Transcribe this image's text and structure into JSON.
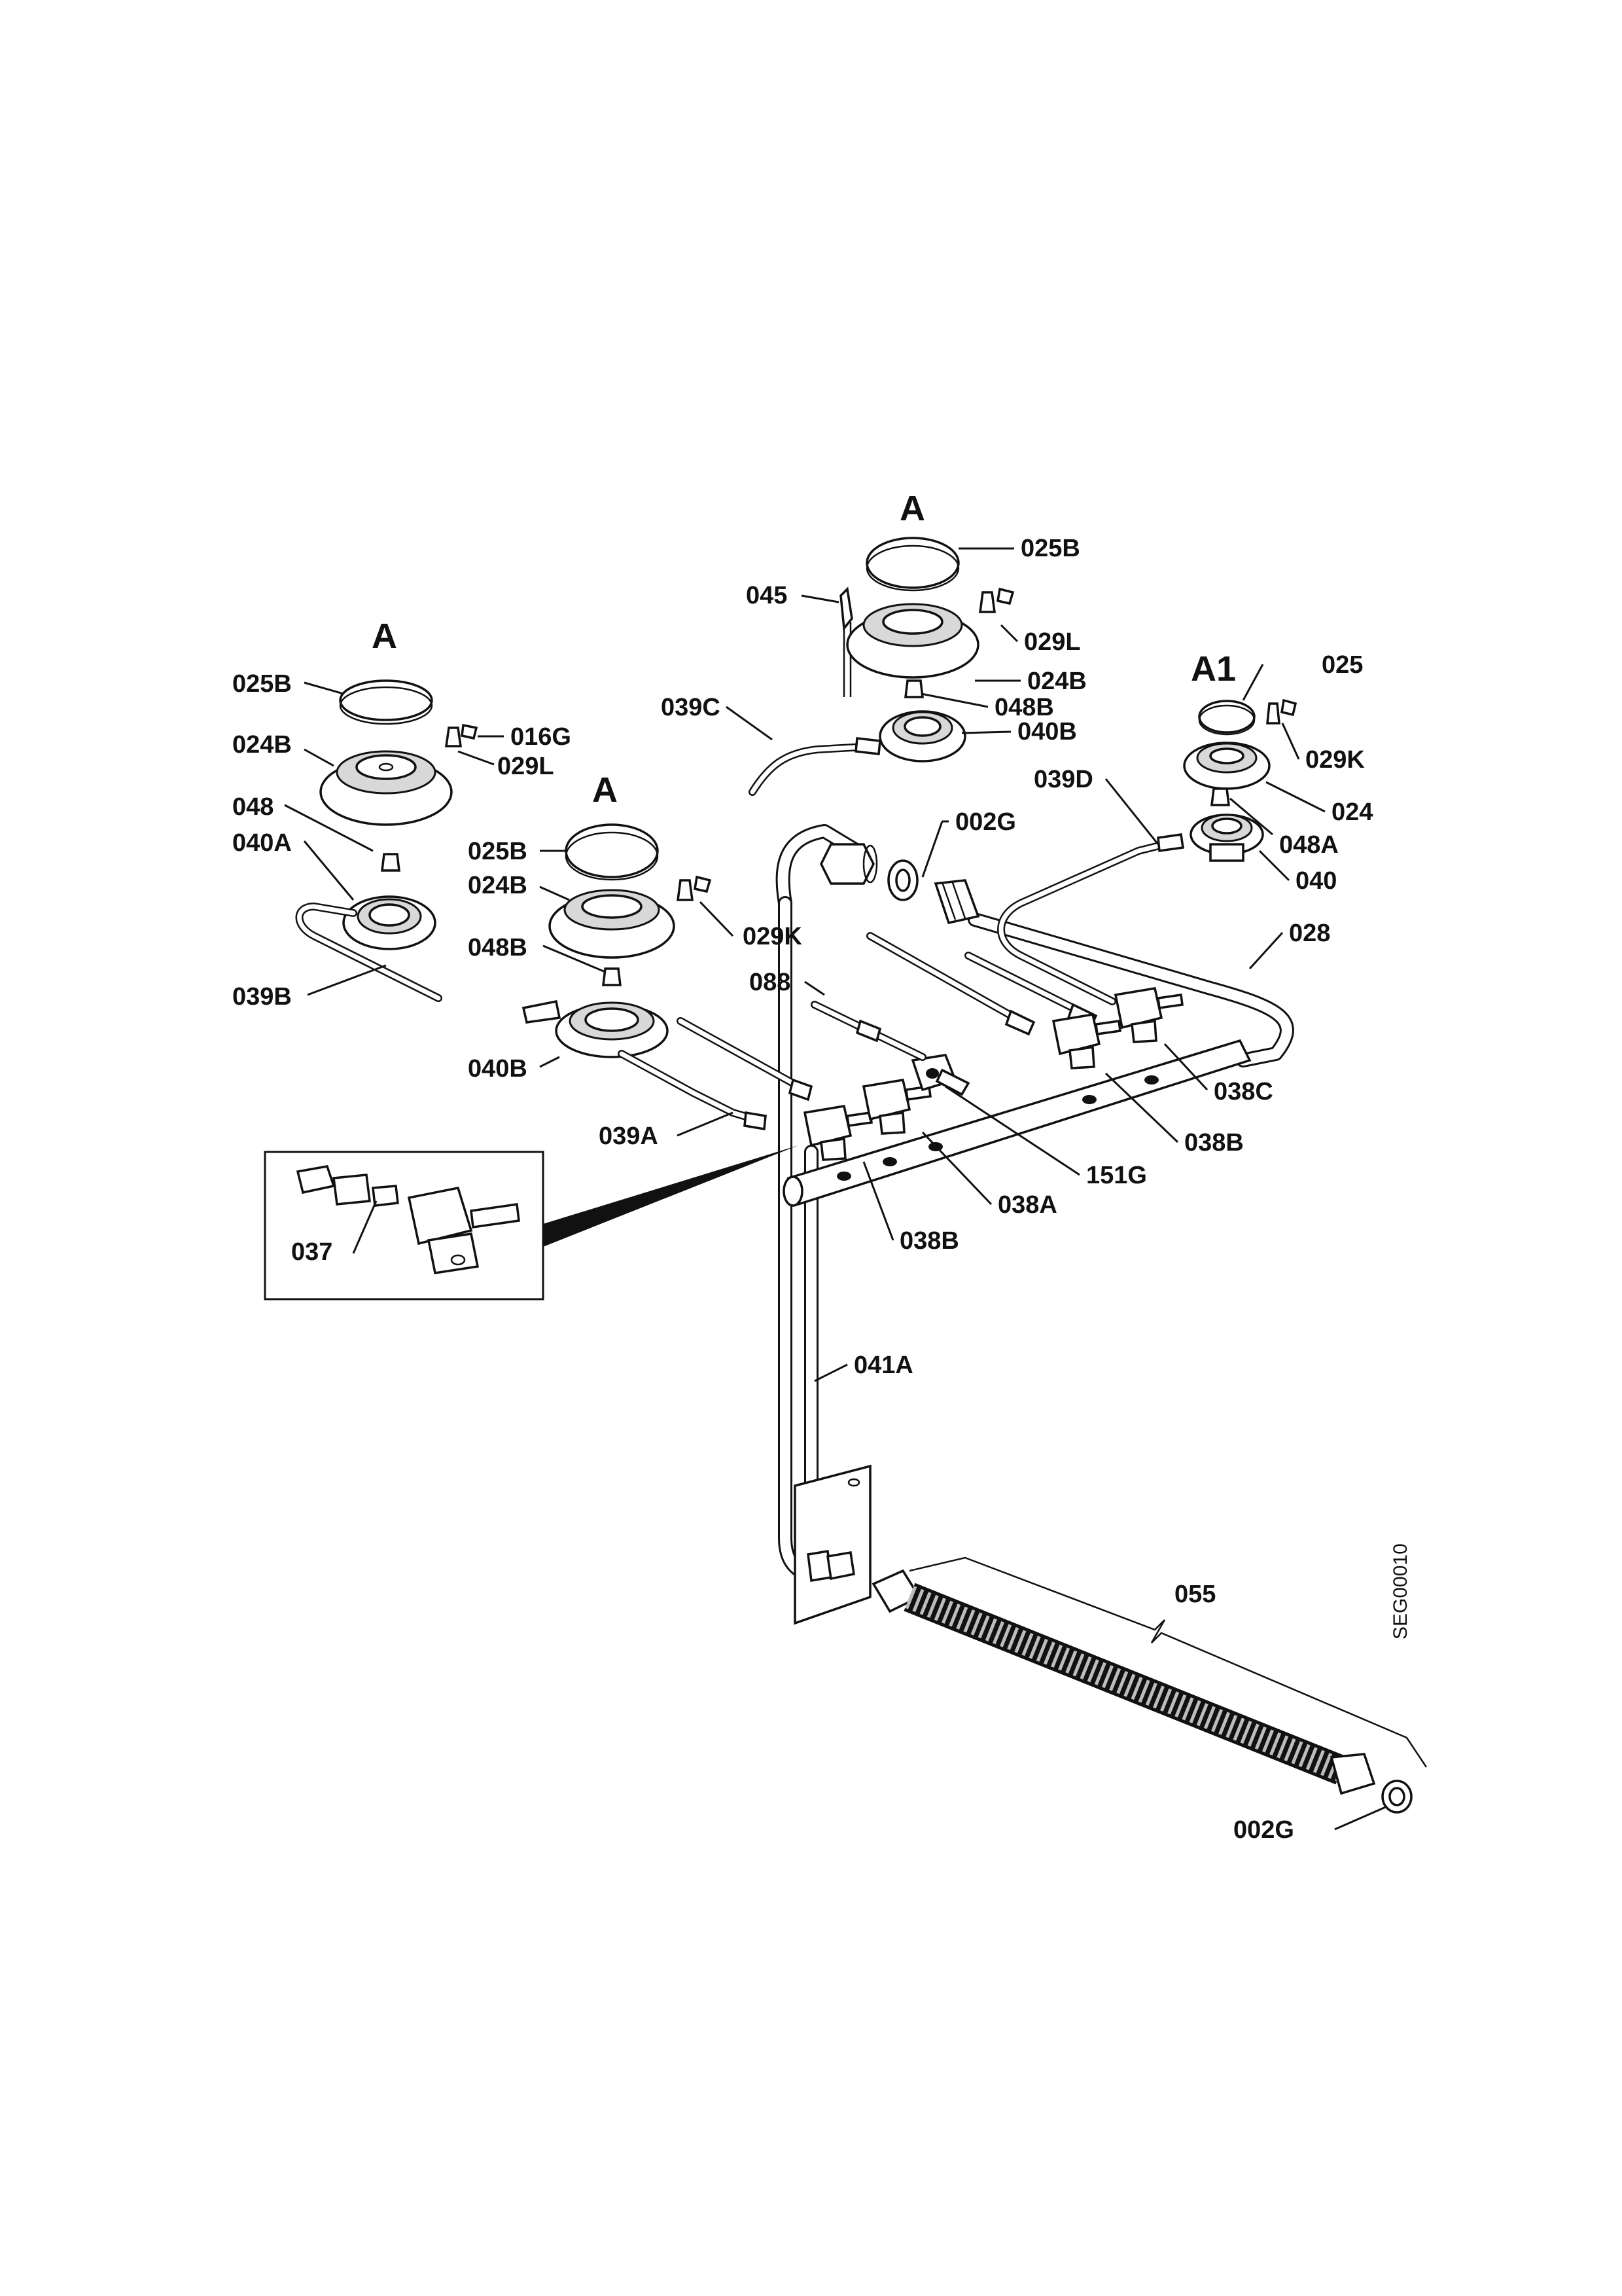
{
  "drawing_code": "SEG00010",
  "groups": {
    "left": "A",
    "middle": "A",
    "top": "A",
    "right": "A1"
  },
  "labels": {
    "l_025B": "025B",
    "l_024B": "024B",
    "l_016G": "016G",
    "l_029L": "029L",
    "l_048": "048",
    "l_040A": "040A",
    "l_039B": "039B",
    "m_025B": "025B",
    "m_024B": "024B",
    "m_029K": "029K",
    "m_048B": "048B",
    "m_040B": "040B",
    "m_039A": "039A",
    "t_045": "045",
    "t_025B": "025B",
    "t_029L": "029L",
    "t_024B": "024B",
    "t_048B": "048B",
    "t_040B": "040B",
    "t_039C": "039C",
    "r_025": "025",
    "r_029K": "029K",
    "r_024": "024",
    "r_048A": "048A",
    "r_040": "040",
    "r_039D": "039D",
    "p_002G_top": "002G",
    "p_028": "028",
    "p_088": "088",
    "p_038C": "038C",
    "p_038B_right": "038B",
    "p_151G": "151G",
    "p_038A": "038A",
    "p_038B_left": "038B",
    "p_037": "037",
    "p_041A": "041A",
    "p_055": "055",
    "p_002G_bottom": "002G"
  }
}
